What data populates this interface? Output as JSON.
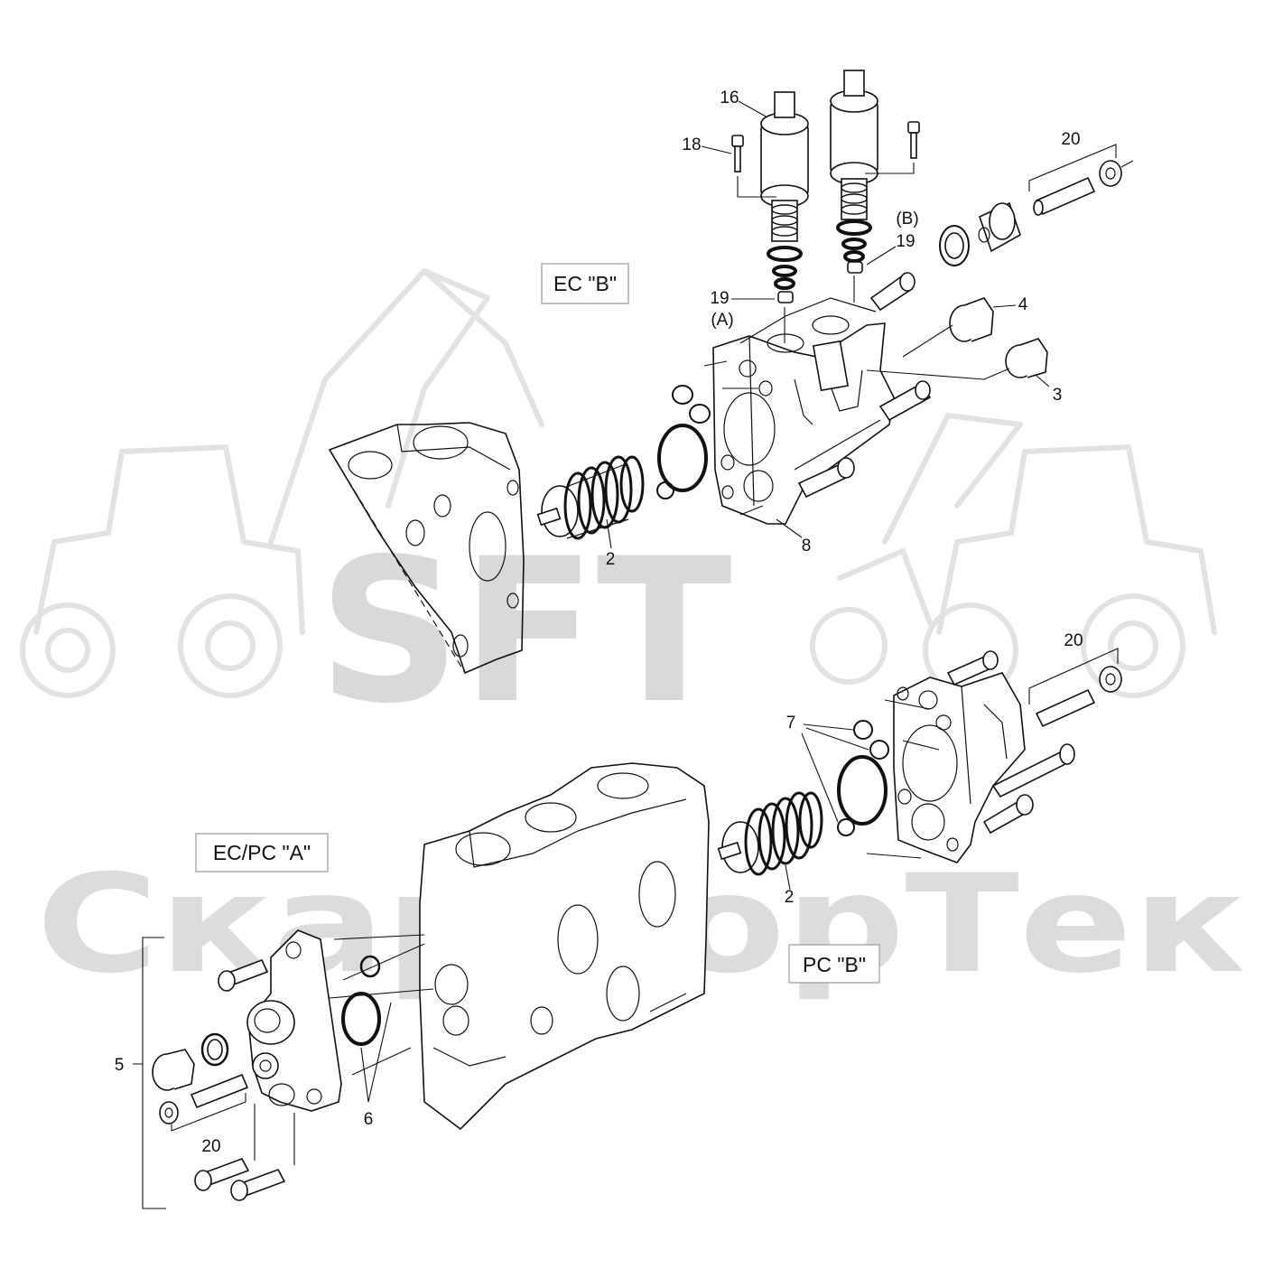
{
  "watermark": {
    "brand": "SFT",
    "company": "СкарфорТек",
    "color": "#d9d9d9"
  },
  "boxes": {
    "ec_b": "EC \"B\"",
    "ecpc_a": "EC/PC \"A\"",
    "pc_b": "PC \"B\""
  },
  "labels": {
    "n16": "16",
    "n18": "18",
    "n20_top": "20",
    "b": "(B)",
    "n19_right": "19",
    "n19_left": "19",
    "a": "(A)",
    "n4": "4",
    "n3": "3",
    "n8": "8",
    "n2_top": "2",
    "n20_mid": "20",
    "n7": "7",
    "n2_bottom": "2",
    "n5": "5",
    "n20_bottom": "20",
    "n6": "6"
  },
  "icons": [
    "solenoid-valve-icon",
    "bolt-icon",
    "spring-icon",
    "o-ring-icon",
    "plug-icon",
    "valve-block-icon",
    "end-cover-icon",
    "excavator-silhouette-icon",
    "tractor-silhouette-icon"
  ]
}
